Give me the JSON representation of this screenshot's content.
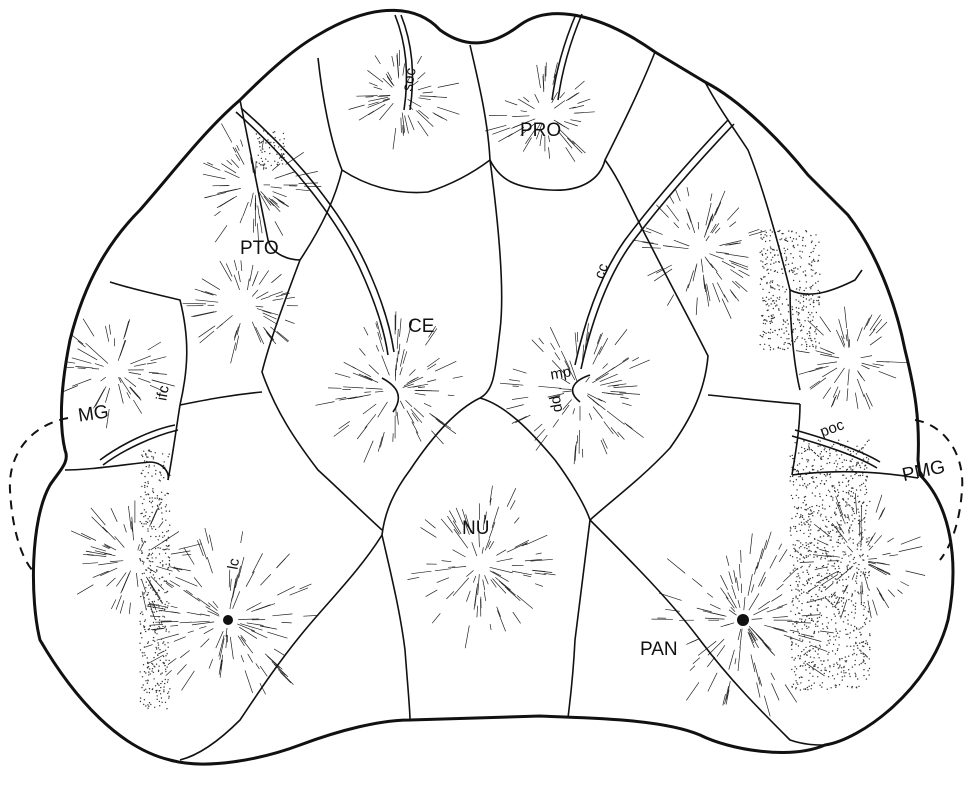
{
  "plates": {
    "soc": "soc",
    "pro": "PRO",
    "pto": "PTO",
    "ce": "CE",
    "cc": "cc",
    "mp": "mp",
    "pp": "pp",
    "mg": "MG",
    "ifc": "ifc",
    "nu": "NU",
    "poc": "poc",
    "pmg": "PMG",
    "lc": "lc",
    "pan": "PAN"
  },
  "colors": {
    "ink": "#111111",
    "paper": "#ffffff"
  }
}
